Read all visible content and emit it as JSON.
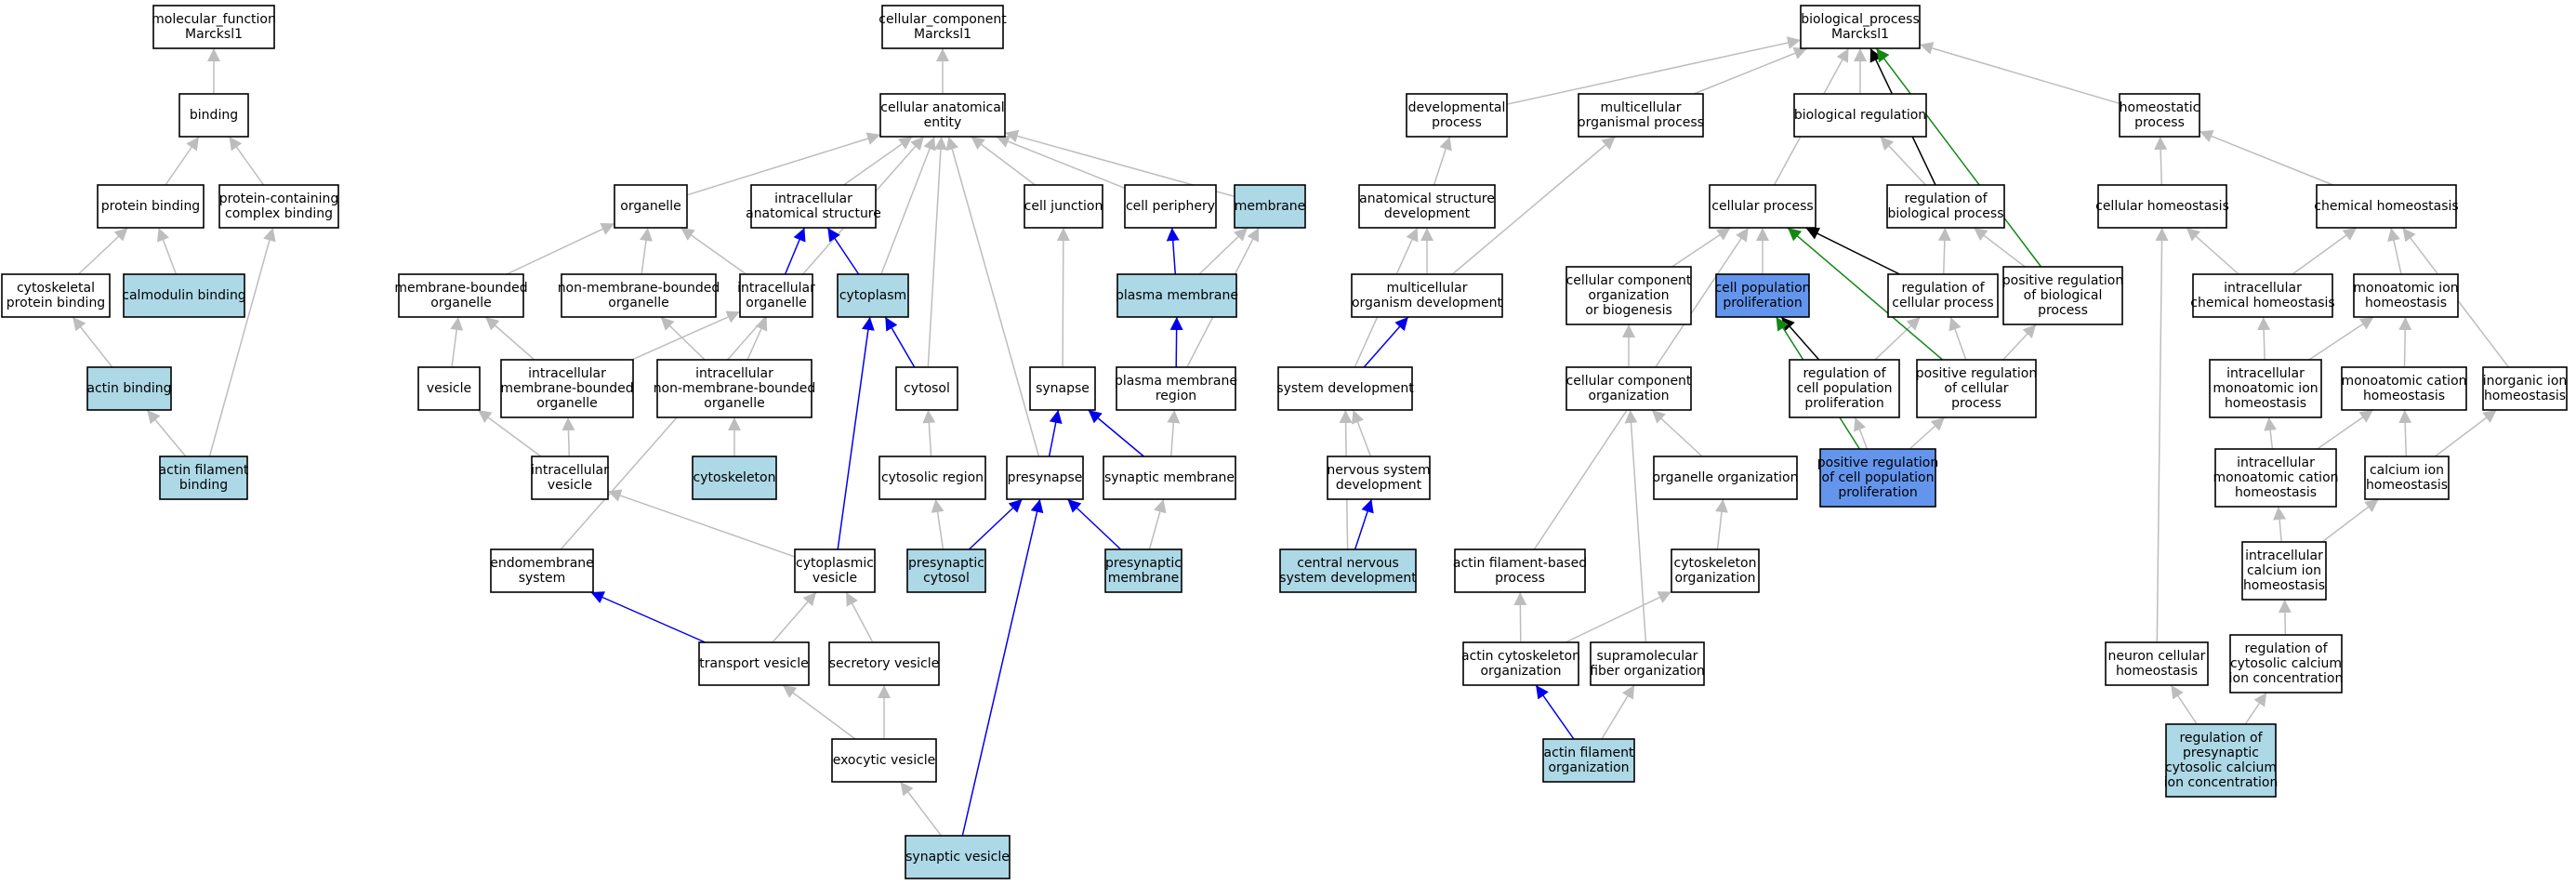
{
  "colors": {
    "plain": "#ffffff",
    "highlight": "#add8e6",
    "focus": "#6495ed",
    "edge_gray": "#bdbdbd",
    "edge_blue": "#0000ee",
    "edge_black": "#000000",
    "edge_green": "#138813"
  },
  "nodes": [
    {
      "id": "mf",
      "lines": [
        "molecular_function",
        "Marcksl1"
      ],
      "style": "plain"
    },
    {
      "id": "binding",
      "lines": [
        "binding"
      ],
      "style": "plain"
    },
    {
      "id": "protein_binding",
      "lines": [
        "protein binding"
      ],
      "style": "plain"
    },
    {
      "id": "protein_containing",
      "lines": [
        "protein-containing",
        "complex binding"
      ],
      "style": "plain"
    },
    {
      "id": "cytoskeletal_pb",
      "lines": [
        "cytoskeletal",
        "protein binding"
      ],
      "style": "plain"
    },
    {
      "id": "calmodulin",
      "lines": [
        "calmodulin binding"
      ],
      "style": "highlight"
    },
    {
      "id": "actin_binding",
      "lines": [
        "actin binding"
      ],
      "style": "highlight"
    },
    {
      "id": "actin_filament_binding",
      "lines": [
        "actin filament",
        "binding"
      ],
      "style": "highlight"
    },
    {
      "id": "cc",
      "lines": [
        "cellular_component",
        "Marcksl1"
      ],
      "style": "plain"
    },
    {
      "id": "cae",
      "lines": [
        "cellular anatomical",
        "entity"
      ],
      "style": "plain"
    },
    {
      "id": "organelle",
      "lines": [
        "organelle"
      ],
      "style": "plain"
    },
    {
      "id": "ias",
      "lines": [
        "intracellular",
        "anatomical structure"
      ],
      "style": "plain"
    },
    {
      "id": "cell_junction",
      "lines": [
        "cell junction"
      ],
      "style": "plain"
    },
    {
      "id": "cell_periphery",
      "lines": [
        "cell periphery"
      ],
      "style": "plain"
    },
    {
      "id": "membrane",
      "lines": [
        "membrane"
      ],
      "style": "highlight"
    },
    {
      "id": "mbo",
      "lines": [
        "membrane-bounded",
        "organelle"
      ],
      "style": "plain"
    },
    {
      "id": "nmbo",
      "lines": [
        "non-membrane-bounded",
        "organelle"
      ],
      "style": "plain"
    },
    {
      "id": "io",
      "lines": [
        "intracellular",
        "organelle"
      ],
      "style": "plain"
    },
    {
      "id": "cytoplasm",
      "lines": [
        "cytoplasm"
      ],
      "style": "highlight"
    },
    {
      "id": "plasma_membrane",
      "lines": [
        "plasma membrane"
      ],
      "style": "highlight"
    },
    {
      "id": "vesicle",
      "lines": [
        "vesicle"
      ],
      "style": "plain"
    },
    {
      "id": "imbo",
      "lines": [
        "intracellular",
        "membrane-bounded",
        "organelle"
      ],
      "style": "plain"
    },
    {
      "id": "inmbo",
      "lines": [
        "intracellular",
        "non-membrane-bounded",
        "organelle"
      ],
      "style": "plain"
    },
    {
      "id": "cytosol",
      "lines": [
        "cytosol"
      ],
      "style": "plain"
    },
    {
      "id": "synapse",
      "lines": [
        "synapse"
      ],
      "style": "plain"
    },
    {
      "id": "pmr",
      "lines": [
        "plasma membrane",
        "region"
      ],
      "style": "plain"
    },
    {
      "id": "iv",
      "lines": [
        "intracellular",
        "vesicle"
      ],
      "style": "plain"
    },
    {
      "id": "cytoskeleton",
      "lines": [
        "cytoskeleton"
      ],
      "style": "highlight"
    },
    {
      "id": "cytosolic_region",
      "lines": [
        "cytosolic region"
      ],
      "style": "plain"
    },
    {
      "id": "presynapse",
      "lines": [
        "presynapse"
      ],
      "style": "plain"
    },
    {
      "id": "synaptic_membrane",
      "lines": [
        "synaptic membrane"
      ],
      "style": "plain"
    },
    {
      "id": "endomembrane",
      "lines": [
        "endomembrane",
        "system"
      ],
      "style": "plain"
    },
    {
      "id": "cyto_vesicle",
      "lines": [
        "cytoplasmic",
        "vesicle"
      ],
      "style": "plain"
    },
    {
      "id": "presyn_cytosol",
      "lines": [
        "presynaptic",
        "cytosol"
      ],
      "style": "highlight"
    },
    {
      "id": "presyn_membrane",
      "lines": [
        "presynaptic",
        "membrane"
      ],
      "style": "highlight"
    },
    {
      "id": "transport_vesicle",
      "lines": [
        "transport vesicle"
      ],
      "style": "plain"
    },
    {
      "id": "secretory_vesicle",
      "lines": [
        "secretory vesicle"
      ],
      "style": "plain"
    },
    {
      "id": "exocytic_vesicle",
      "lines": [
        "exocytic vesicle"
      ],
      "style": "plain"
    },
    {
      "id": "synaptic_vesicle",
      "lines": [
        "synaptic vesicle"
      ],
      "style": "highlight"
    },
    {
      "id": "bp",
      "lines": [
        "biological_process",
        "Marcksl1"
      ],
      "style": "plain"
    },
    {
      "id": "dev_process",
      "lines": [
        "developmental",
        "process"
      ],
      "style": "plain"
    },
    {
      "id": "multi_process",
      "lines": [
        "multicellular",
        "organismal process"
      ],
      "style": "plain"
    },
    {
      "id": "bio_reg",
      "lines": [
        "biological regulation"
      ],
      "style": "plain"
    },
    {
      "id": "homeo_process",
      "lines": [
        "homeostatic",
        "process"
      ],
      "style": "plain"
    },
    {
      "id": "asd",
      "lines": [
        "anatomical structure",
        "development"
      ],
      "style": "plain"
    },
    {
      "id": "cell_process",
      "lines": [
        "cellular process"
      ],
      "style": "plain"
    },
    {
      "id": "reg_bp",
      "lines": [
        "regulation of",
        "biological process"
      ],
      "style": "plain"
    },
    {
      "id": "cell_homeo",
      "lines": [
        "cellular homeostasis"
      ],
      "style": "plain"
    },
    {
      "id": "chem_homeo",
      "lines": [
        "chemical homeostasis"
      ],
      "style": "plain"
    },
    {
      "id": "mod",
      "lines": [
        "multicellular",
        "organism development"
      ],
      "style": "plain"
    },
    {
      "id": "ccob",
      "lines": [
        "cellular component",
        "organization",
        "or biogenesis"
      ],
      "style": "plain"
    },
    {
      "id": "cpp",
      "lines": [
        "cell population",
        "proliferation"
      ],
      "style": "focus"
    },
    {
      "id": "reg_cp",
      "lines": [
        "regulation of",
        "cellular process"
      ],
      "style": "plain"
    },
    {
      "id": "pos_reg_bp",
      "lines": [
        "positive regulation",
        "of biological",
        "process"
      ],
      "style": "plain"
    },
    {
      "id": "ich",
      "lines": [
        "intracellular",
        "chemical homeostasis"
      ],
      "style": "plain"
    },
    {
      "id": "mih",
      "lines": [
        "monoatomic ion",
        "homeostasis"
      ],
      "style": "plain"
    },
    {
      "id": "sys_dev",
      "lines": [
        "system development"
      ],
      "style": "plain"
    },
    {
      "id": "cco",
      "lines": [
        "cellular component",
        "organization"
      ],
      "style": "plain"
    },
    {
      "id": "reg_cpp",
      "lines": [
        "regulation of",
        "cell population",
        "proliferation"
      ],
      "style": "plain"
    },
    {
      "id": "pos_reg_cp",
      "lines": [
        "positive regulation",
        "of cellular",
        "process"
      ],
      "style": "plain"
    },
    {
      "id": "imih",
      "lines": [
        "intracellular",
        "monoatomic ion",
        "homeostasis"
      ],
      "style": "plain"
    },
    {
      "id": "mch",
      "lines": [
        "monoatomic cation",
        "homeostasis"
      ],
      "style": "plain"
    },
    {
      "id": "iih",
      "lines": [
        "inorganic ion",
        "homeostasis"
      ],
      "style": "plain"
    },
    {
      "id": "nsd",
      "lines": [
        "nervous system",
        "development"
      ],
      "style": "plain"
    },
    {
      "id": "org_org",
      "lines": [
        "organelle organization"
      ],
      "style": "plain"
    },
    {
      "id": "pos_reg_cpp",
      "lines": [
        "positive regulation",
        "of cell population",
        "proliferation"
      ],
      "style": "focus"
    },
    {
      "id": "imch",
      "lines": [
        "intracellular",
        "monoatomic cation",
        "homeostasis"
      ],
      "style": "plain"
    },
    {
      "id": "cih",
      "lines": [
        "calcium ion",
        "homeostasis"
      ],
      "style": "plain"
    },
    {
      "id": "cnsd",
      "lines": [
        "central nervous",
        "system development"
      ],
      "style": "highlight"
    },
    {
      "id": "afbp",
      "lines": [
        "actin filament-based",
        "process"
      ],
      "style": "plain"
    },
    {
      "id": "cyto_org",
      "lines": [
        "cytoskeleton",
        "organization"
      ],
      "style": "plain"
    },
    {
      "id": "icih",
      "lines": [
        "intracellular",
        "calcium ion",
        "homeostasis"
      ],
      "style": "plain"
    },
    {
      "id": "aco",
      "lines": [
        "actin cytoskeleton",
        "organization"
      ],
      "style": "plain"
    },
    {
      "id": "sfo",
      "lines": [
        "supramolecular",
        "fiber organization"
      ],
      "style": "plain"
    },
    {
      "id": "nch",
      "lines": [
        "neuron cellular",
        "homeostasis"
      ],
      "style": "plain"
    },
    {
      "id": "rcci",
      "lines": [
        "regulation of",
        "cytosolic calcium",
        "ion concentration"
      ],
      "style": "plain"
    },
    {
      "id": "afo",
      "lines": [
        "actin filament",
        "organization"
      ],
      "style": "highlight"
    },
    {
      "id": "rpcci",
      "lines": [
        "regulation of",
        "presynaptic",
        "cytosolic calcium",
        "ion concentration"
      ],
      "style": "highlight"
    }
  ],
  "edges": [
    {
      "from": "binding",
      "to": "mf",
      "color": "gray"
    },
    {
      "from": "protein_binding",
      "to": "binding",
      "color": "gray"
    },
    {
      "from": "protein_containing",
      "to": "binding",
      "color": "gray"
    },
    {
      "from": "cytoskeletal_pb",
      "to": "protein_binding",
      "color": "gray"
    },
    {
      "from": "calmodulin",
      "to": "protein_binding",
      "color": "gray"
    },
    {
      "from": "actin_binding",
      "to": "cytoskeletal_pb",
      "color": "gray"
    },
    {
      "from": "actin_filament_binding",
      "to": "actin_binding",
      "color": "gray"
    },
    {
      "from": "actin_filament_binding",
      "to": "protein_containing",
      "color": "gray"
    },
    {
      "from": "cae",
      "to": "cc",
      "color": "gray"
    },
    {
      "from": "organelle",
      "to": "cae",
      "color": "gray"
    },
    {
      "from": "ias",
      "to": "cae",
      "color": "gray"
    },
    {
      "from": "cell_junction",
      "to": "cae",
      "color": "gray"
    },
    {
      "from": "cell_periphery",
      "to": "cae",
      "color": "gray"
    },
    {
      "from": "membrane",
      "to": "cae",
      "color": "gray"
    },
    {
      "from": "cytoplasm",
      "to": "cae",
      "color": "gray"
    },
    {
      "from": "cytosol",
      "to": "cae",
      "color": "gray"
    },
    {
      "from": "presynapse",
      "to": "cae",
      "color": "gray"
    },
    {
      "from": "endomembrane",
      "to": "cae",
      "color": "gray"
    },
    {
      "from": "mbo",
      "to": "organelle",
      "color": "gray"
    },
    {
      "from": "nmbo",
      "to": "organelle",
      "color": "gray"
    },
    {
      "from": "io",
      "to": "organelle",
      "color": "gray"
    },
    {
      "from": "io",
      "to": "ias",
      "color": "blue"
    },
    {
      "from": "cytoplasm",
      "to": "ias",
      "color": "blue"
    },
    {
      "from": "plasma_membrane",
      "to": "cell_periphery",
      "color": "blue"
    },
    {
      "from": "plasma_membrane",
      "to": "membrane",
      "color": "gray"
    },
    {
      "from": "vesicle",
      "to": "mbo",
      "color": "gray"
    },
    {
      "from": "imbo",
      "to": "mbo",
      "color": "gray"
    },
    {
      "from": "imbo",
      "to": "io",
      "color": "gray"
    },
    {
      "from": "inmbo",
      "to": "nmbo",
      "color": "gray"
    },
    {
      "from": "inmbo",
      "to": "io",
      "color": "gray"
    },
    {
      "from": "cytosol",
      "to": "cytoplasm",
      "color": "blue"
    },
    {
      "from": "synapse",
      "to": "cell_junction",
      "color": "gray"
    },
    {
      "from": "pmr",
      "to": "plasma_membrane",
      "color": "blue"
    },
    {
      "from": "pmr",
      "to": "membrane",
      "color": "gray"
    },
    {
      "from": "iv",
      "to": "vesicle",
      "color": "gray"
    },
    {
      "from": "iv",
      "to": "imbo",
      "color": "gray"
    },
    {
      "from": "cytoskeleton",
      "to": "inmbo",
      "color": "gray"
    },
    {
      "from": "cytosolic_region",
      "to": "cytosol",
      "color": "gray"
    },
    {
      "from": "presynapse",
      "to": "synapse",
      "color": "blue"
    },
    {
      "from": "synaptic_membrane",
      "to": "synapse",
      "color": "blue"
    },
    {
      "from": "synaptic_membrane",
      "to": "pmr",
      "color": "gray"
    },
    {
      "from": "cyto_vesicle",
      "to": "iv",
      "color": "gray"
    },
    {
      "from": "cyto_vesicle",
      "to": "cytoplasm",
      "color": "blue"
    },
    {
      "from": "presyn_cytosol",
      "to": "cytosolic_region",
      "color": "gray"
    },
    {
      "from": "presyn_cytosol",
      "to": "presynapse",
      "color": "blue"
    },
    {
      "from": "presyn_membrane",
      "to": "presynapse",
      "color": "blue"
    },
    {
      "from": "presyn_membrane",
      "to": "synaptic_membrane",
      "color": "gray"
    },
    {
      "from": "transport_vesicle",
      "to": "endomembrane",
      "color": "blue"
    },
    {
      "from": "transport_vesicle",
      "to": "cyto_vesicle",
      "color": "gray"
    },
    {
      "from": "secretory_vesicle",
      "to": "cyto_vesicle",
      "color": "gray"
    },
    {
      "from": "exocytic_vesicle",
      "to": "transport_vesicle",
      "color": "gray"
    },
    {
      "from": "exocytic_vesicle",
      "to": "secretory_vesicle",
      "color": "gray"
    },
    {
      "from": "synaptic_vesicle",
      "to": "exocytic_vesicle",
      "color": "gray"
    },
    {
      "from": "synaptic_vesicle",
      "to": "presynapse",
      "color": "blue"
    },
    {
      "from": "dev_process",
      "to": "bp",
      "color": "gray"
    },
    {
      "from": "multi_process",
      "to": "bp",
      "color": "gray"
    },
    {
      "from": "bio_reg",
      "to": "bp",
      "color": "gray"
    },
    {
      "from": "homeo_process",
      "to": "bp",
      "color": "gray"
    },
    {
      "from": "cell_process",
      "to": "bp",
      "color": "gray"
    },
    {
      "from": "reg_bp",
      "to": "bp",
      "color": "black"
    },
    {
      "from": "pos_reg_bp",
      "to": "bp",
      "color": "green"
    },
    {
      "from": "asd",
      "to": "dev_process",
      "color": "gray"
    },
    {
      "from": "reg_bp",
      "to": "bio_reg",
      "color": "gray"
    },
    {
      "from": "cell_homeo",
      "to": "homeo_process",
      "color": "gray"
    },
    {
      "from": "chem_homeo",
      "to": "homeo_process",
      "color": "gray"
    },
    {
      "from": "mod",
      "to": "multi_process",
      "color": "gray"
    },
    {
      "from": "mod",
      "to": "asd",
      "color": "gray"
    },
    {
      "from": "ccob",
      "to": "cell_process",
      "color": "gray"
    },
    {
      "from": "cpp",
      "to": "cell_process",
      "color": "gray"
    },
    {
      "from": "reg_cp",
      "to": "cell_process",
      "color": "black"
    },
    {
      "from": "reg_cp",
      "to": "reg_bp",
      "color": "gray"
    },
    {
      "from": "pos_reg_bp",
      "to": "reg_bp",
      "color": "gray"
    },
    {
      "from": "ich",
      "to": "cell_homeo",
      "color": "gray"
    },
    {
      "from": "ich",
      "to": "chem_homeo",
      "color": "gray"
    },
    {
      "from": "mih",
      "to": "chem_homeo",
      "color": "gray"
    },
    {
      "from": "sys_dev",
      "to": "mod",
      "color": "blue"
    },
    {
      "from": "sys_dev",
      "to": "asd",
      "color": "gray"
    },
    {
      "from": "cco",
      "to": "ccob",
      "color": "gray"
    },
    {
      "from": "reg_cpp",
      "to": "cpp",
      "color": "black"
    },
    {
      "from": "reg_cpp",
      "to": "reg_cp",
      "color": "gray"
    },
    {
      "from": "pos_reg_cp",
      "to": "cell_process",
      "color": "green"
    },
    {
      "from": "pos_reg_cp",
      "to": "reg_cp",
      "color": "gray"
    },
    {
      "from": "pos_reg_cp",
      "to": "pos_reg_bp",
      "color": "gray"
    },
    {
      "from": "imih",
      "to": "ich",
      "color": "gray"
    },
    {
      "from": "imih",
      "to": "mih",
      "color": "gray"
    },
    {
      "from": "mch",
      "to": "mih",
      "color": "gray"
    },
    {
      "from": "iih",
      "to": "chem_homeo",
      "color": "gray"
    },
    {
      "from": "nsd",
      "to": "sys_dev",
      "color": "gray"
    },
    {
      "from": "org_org",
      "to": "cco",
      "color": "gray"
    },
    {
      "from": "pos_reg_cpp",
      "to": "cpp",
      "color": "green"
    },
    {
      "from": "pos_reg_cpp",
      "to": "reg_cpp",
      "color": "gray"
    },
    {
      "from": "pos_reg_cpp",
      "to": "pos_reg_cp",
      "color": "gray"
    },
    {
      "from": "imch",
      "to": "imih",
      "color": "gray"
    },
    {
      "from": "imch",
      "to": "mch",
      "color": "gray"
    },
    {
      "from": "cih",
      "to": "mch",
      "color": "gray"
    },
    {
      "from": "cih",
      "to": "iih",
      "color": "gray"
    },
    {
      "from": "cnsd",
      "to": "nsd",
      "color": "blue"
    },
    {
      "from": "cnsd",
      "to": "sys_dev",
      "color": "gray"
    },
    {
      "from": "afbp",
      "to": "cell_process",
      "color": "gray"
    },
    {
      "from": "cyto_org",
      "to": "org_org",
      "color": "gray"
    },
    {
      "from": "icih",
      "to": "imch",
      "color": "gray"
    },
    {
      "from": "icih",
      "to": "cih",
      "color": "gray"
    },
    {
      "from": "aco",
      "to": "afbp",
      "color": "gray"
    },
    {
      "from": "aco",
      "to": "cyto_org",
      "color": "gray"
    },
    {
      "from": "sfo",
      "to": "cco",
      "color": "gray"
    },
    {
      "from": "nch",
      "to": "cell_homeo",
      "color": "gray"
    },
    {
      "from": "rcci",
      "to": "icih",
      "color": "gray"
    },
    {
      "from": "afo",
      "to": "aco",
      "color": "blue"
    },
    {
      "from": "afo",
      "to": "sfo",
      "color": "gray"
    },
    {
      "from": "rpcci",
      "to": "nch",
      "color": "gray"
    },
    {
      "from": "rpcci",
      "to": "rcci",
      "color": "gray"
    }
  ]
}
